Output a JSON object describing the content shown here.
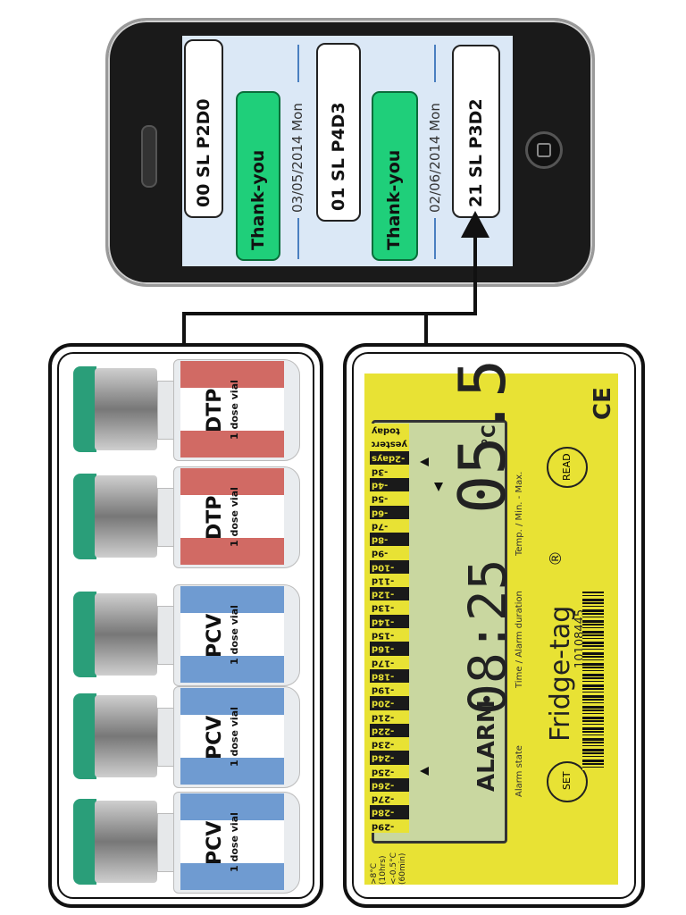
{
  "phone": {
    "messages": [
      {
        "text": "00 SL P2D0"
      },
      {
        "text": "01 SL P4D3"
      },
      {
        "text": "21 SL P3D2"
      }
    ],
    "replies": [
      "Thank-you",
      "Thank-you"
    ],
    "dates": [
      "03/05/2014 Mon",
      "02/06/2014 Mon"
    ]
  },
  "vials": [
    {
      "name": "DTP",
      "desc": "1 dose vial",
      "label_color": "#d16a64"
    },
    {
      "name": "DTP",
      "desc": "1 dose vial",
      "label_color": "#d16a64"
    },
    {
      "name": "PCV",
      "desc": "1 dose vial",
      "label_color": "#6f9bd1"
    },
    {
      "name": "PCV",
      "desc": "1 dose vial",
      "label_color": "#6f9bd1"
    },
    {
      "name": "PCV",
      "desc": "1 dose vial",
      "label_color": "#6f9bd1"
    }
  ],
  "fridge_tag": {
    "scale": [
      "today",
      "yesterd",
      "-2days",
      "-3d",
      "-4d",
      "-5d",
      "-6d",
      "-7d",
      "-8d",
      "-9d",
      "-10d",
      "-11d",
      "-12d",
      "-13d",
      "-14d",
      "-15d",
      "-16d",
      "-17d",
      "-18d",
      "-19d",
      "-20d",
      "-21d",
      "-22d",
      "-23d",
      "-24d",
      "-25d",
      "-26d",
      "-27d",
      "-28d",
      "-29d"
    ],
    "alarm": "ALARM",
    "time": "08:25",
    "temp": "05.5",
    "unit": "°C",
    "label_alarm_state": "Alarm state",
    "label_time": "Time / Alarm duration",
    "label_temp": "Temp. / Min. - Max.",
    "thresholds": [
      ">8°C",
      "(10hrs)",
      "<-0.5°C",
      "(60min)"
    ],
    "brand": "Fridge-tag",
    "registered": "®",
    "serial": "10108445",
    "btn_set": "SET",
    "btn_read": "READ",
    "ce_mark": "CE",
    "colors": {
      "body": "#e8e234",
      "lcd": "#c9d7a0"
    }
  }
}
